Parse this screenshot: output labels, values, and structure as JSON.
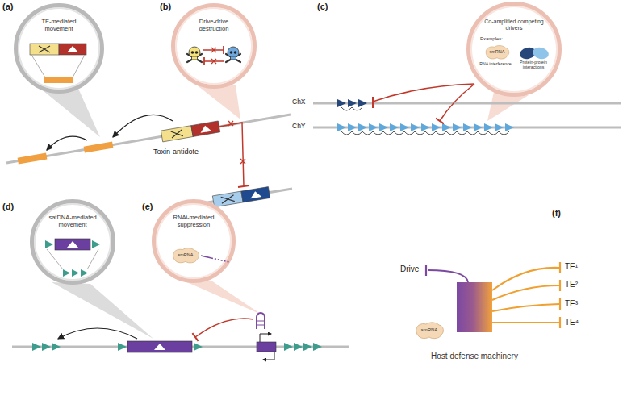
{
  "diagram": {
    "nodes": [
      {
        "text": [
          "TE-mediated movement"
        ]
      },
      {
        "text": [
          "Drive-drive destruction"
        ]
      },
      {
        "text": [
          "Co-amplified competing drivers",
          "Examples:",
          "RNA interference",
          "Protein-protein interactions"
        ]
      },
      {
        "text": [
          "smRNA"
        ],
        "in": 2
      },
      {
        "text": [
          "satDNA-mediated movement"
        ]
      },
      {
        "text": [
          "RNAi-mediated suppression"
        ]
      },
      {
        "text": [
          "smRNA"
        ],
        "in": 5
      },
      {
        "text": [
          "smRNA"
        ]
      },
      {
        "text": [
          "Host defense machinery"
        ]
      }
    ],
    "labels": [
      "(a)",
      "(b)",
      "(c)",
      "Toxin-antidote",
      "ChX",
      "ChY",
      "(d)",
      "(e)",
      "(f)",
      "Drive",
      "TE¹",
      "TE²",
      "TE³",
      "TE⁴"
    ]
  }
}
